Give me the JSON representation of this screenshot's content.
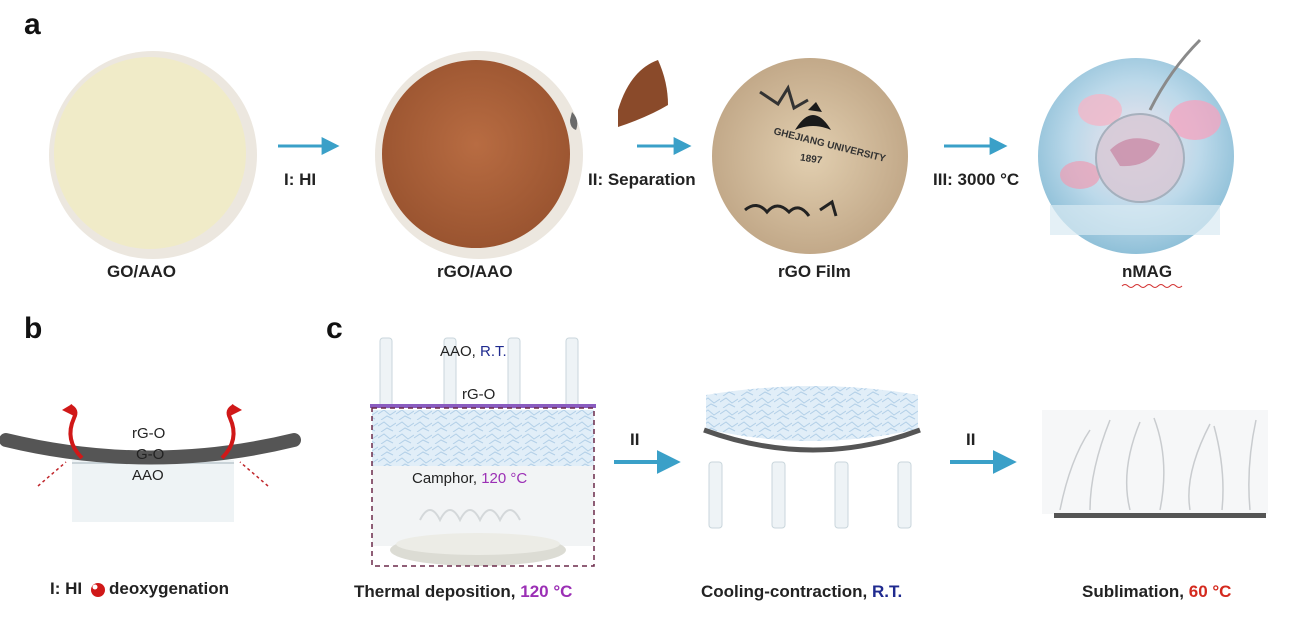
{
  "panels": {
    "a": "a",
    "b": "b",
    "c": "c"
  },
  "panel_a": {
    "steps": [
      {
        "label": "GO/AAO"
      },
      {
        "label": "rGO/AAO"
      },
      {
        "label": "rGO Film"
      },
      {
        "label": "nMAG"
      }
    ],
    "arrows": [
      {
        "label": "I: HI"
      },
      {
        "label": "II:  Separation"
      },
      {
        "label": "III: 3000 °C"
      }
    ],
    "film_logo_text": [
      "GHEJIANG UNIVERSITY",
      "1897"
    ],
    "colors": {
      "arrow": "#3aa0c8",
      "go": "#f0ebc8",
      "rgo": "#b0643a",
      "film": "#d8c4a4"
    }
  },
  "panel_b": {
    "layers": [
      "rG-O",
      "G-O",
      "AAO"
    ],
    "caption_prefix": "I: HI",
    "caption_suffix": "deoxygenation",
    "colors": {
      "sheet": "#555555",
      "go_layer": "#e6e04a",
      "curl_arrow": "#d01818",
      "substrate": "#eef3f5"
    }
  },
  "panel_c": {
    "stage1": {
      "top_label_a": "AAO, ",
      "top_label_b": "R.T.",
      "rgo_label": "rG-O",
      "camphor_a": "Camphor, ",
      "camphor_b": "120 °C",
      "caption_a": "Thermal deposition, ",
      "caption_b": "120 °C"
    },
    "arrow_labels": [
      "II",
      "II"
    ],
    "stage2": {
      "caption_a": "Cooling-contraction, ",
      "caption_b": "R.T."
    },
    "stage3": {
      "caption_a": "Sublimation, ",
      "caption_b": "60 °C"
    },
    "colors": {
      "dash": "#6b2a4a",
      "purple_line": "#8a5cc0",
      "ice": "#cfe3f3",
      "arrow": "#3aa0c8"
    }
  }
}
